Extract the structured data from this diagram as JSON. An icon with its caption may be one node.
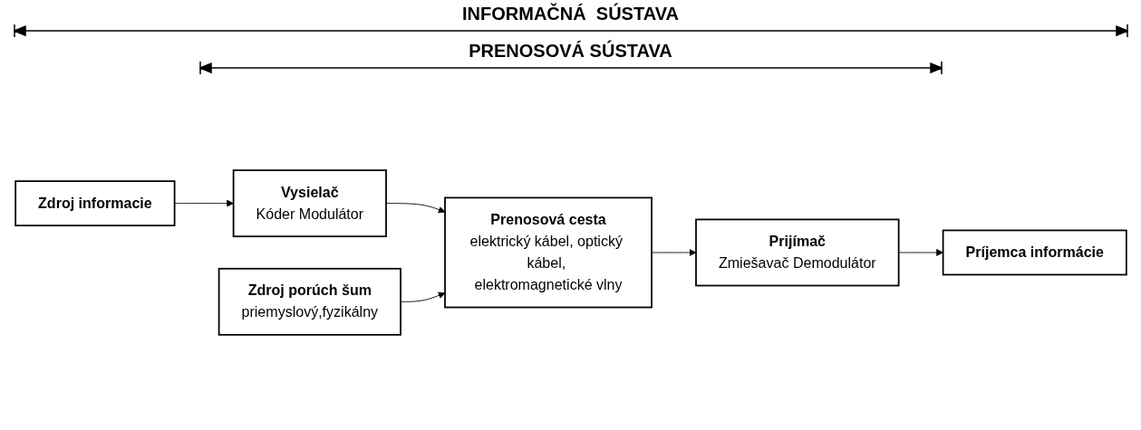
{
  "diagram": {
    "nodes": [
      {
        "text": [
          "Zdroj informacie"
        ]
      },
      {
        "text": [
          "Vysielač",
          "Kóder Modulátor"
        ]
      },
      {
        "text": [
          "Prenosová cesta",
          "elektrický kábel, optický kábel, elektromagnetické vlny"
        ]
      },
      {
        "text": [
          "Prijímač",
          "Zmiešavač Demodulátor"
        ]
      },
      {
        "text": [
          "Príjemca informácie"
        ]
      },
      {
        "text": [
          "Zdroj porúch šum",
          "priemyslový,fyzikálny"
        ]
      }
    ],
    "edges": [
      {
        "from": 0,
        "to": 1,
        "arrow": "to"
      },
      {
        "from": 1,
        "to": 2,
        "arrow": "to"
      },
      {
        "from": 2,
        "to": 3,
        "arrow": "to"
      },
      {
        "from": 3,
        "to": 4,
        "arrow": "to"
      },
      {
        "from": 5,
        "to": 2,
        "arrow": "to"
      }
    ],
    "labels": [
      "INFORMAČNÁ  SÚSTAVA",
      "PRENOSOVÁ SÚSTAVA"
    ]
  }
}
